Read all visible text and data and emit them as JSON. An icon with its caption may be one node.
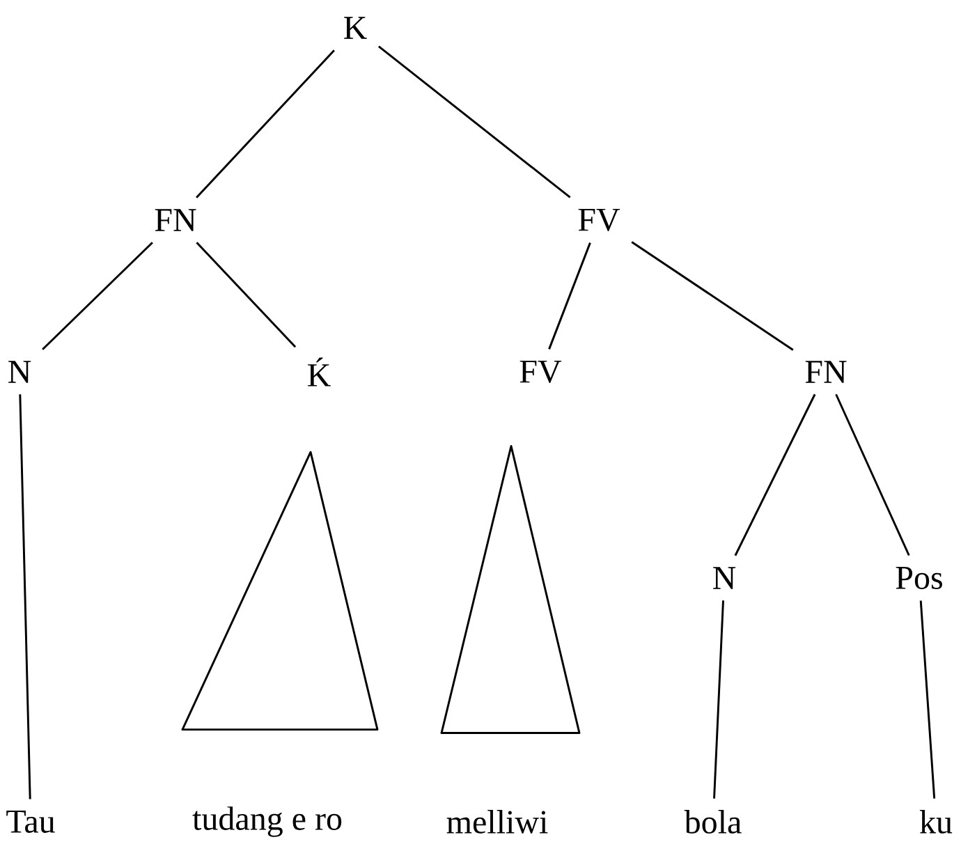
{
  "diagram": {
    "nodes": [
      {
        "text": [
          "K"
        ]
      },
      {
        "text": [
          "FN"
        ]
      },
      {
        "text": [
          "FV"
        ]
      },
      {
        "text": [
          "N"
        ]
      },
      {
        "text": [
          "Ḱ"
        ]
      },
      {
        "text": [
          "FV"
        ]
      },
      {
        "text": [
          "FN"
        ]
      },
      {
        "text": [
          "N"
        ]
      },
      {
        "text": [
          "Pos"
        ]
      },
      {
        "text": [
          "Tau"
        ]
      },
      {
        "text": [
          "tudang e ro"
        ]
      },
      {
        "text": [
          "melliwi"
        ]
      },
      {
        "text": [
          "bola"
        ]
      },
      {
        "text": [
          "ku"
        ]
      }
    ],
    "edges": [
      {
        "from": 0,
        "to": 1,
        "arrow": "none"
      },
      {
        "from": 0,
        "to": 2,
        "arrow": "none"
      },
      {
        "from": 1,
        "to": 3,
        "arrow": "none"
      },
      {
        "from": 1,
        "to": 4,
        "arrow": "none"
      },
      {
        "from": 2,
        "to": 5,
        "arrow": "none"
      },
      {
        "from": 2,
        "to": 6,
        "arrow": "none"
      },
      {
        "from": 3,
        "to": 9,
        "arrow": "none"
      },
      {
        "from": 4,
        "to": 10,
        "arrow": "none"
      },
      {
        "from": 5,
        "to": 11,
        "arrow": "none"
      },
      {
        "from": 6,
        "to": 7,
        "arrow": "none"
      },
      {
        "from": 6,
        "to": 8,
        "arrow": "none"
      },
      {
        "from": 7,
        "to": 12,
        "arrow": "none"
      },
      {
        "from": 8,
        "to": 13,
        "arrow": "none"
      }
    ]
  }
}
